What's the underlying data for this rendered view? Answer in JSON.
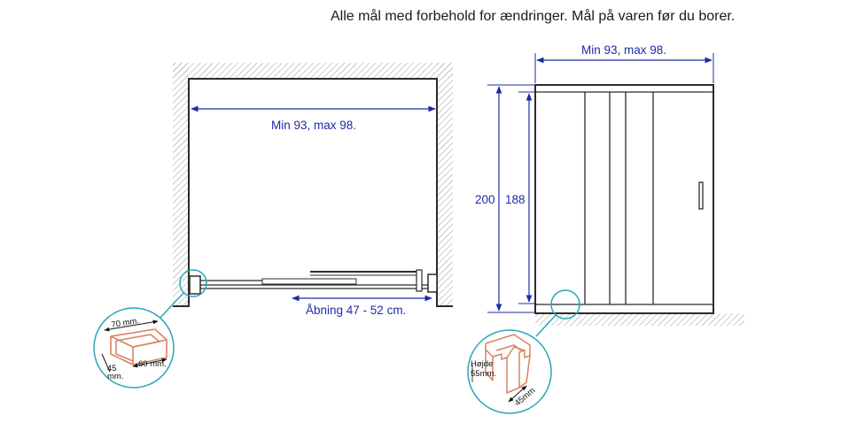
{
  "header": {
    "note": "Alle mål med forbehold for ændringer. Mål på varen før du borer."
  },
  "plan_view": {
    "width_label": "Min 93, max 98.",
    "opening_label": "Åbning  47 - 52 cm."
  },
  "profile_detail_left": {
    "length_label": "70 mm.",
    "height_label_1": "45",
    "height_label_2": "mm.",
    "depth_label": "60 mm."
  },
  "front_view": {
    "width_label": "Min 93, max 98.",
    "total_height_label": "200",
    "inner_height_label": "188"
  },
  "profile_detail_right": {
    "height_label_1": "Højde",
    "height_label_2": "55mm.",
    "width_label": "45mm"
  },
  "colors": {
    "dimension": "#1f2aa8",
    "frame": "#2b2b2b",
    "detail_circle": "#2aa6b8",
    "profile": "#d9825f",
    "hatch": "#9a9a9a"
  }
}
